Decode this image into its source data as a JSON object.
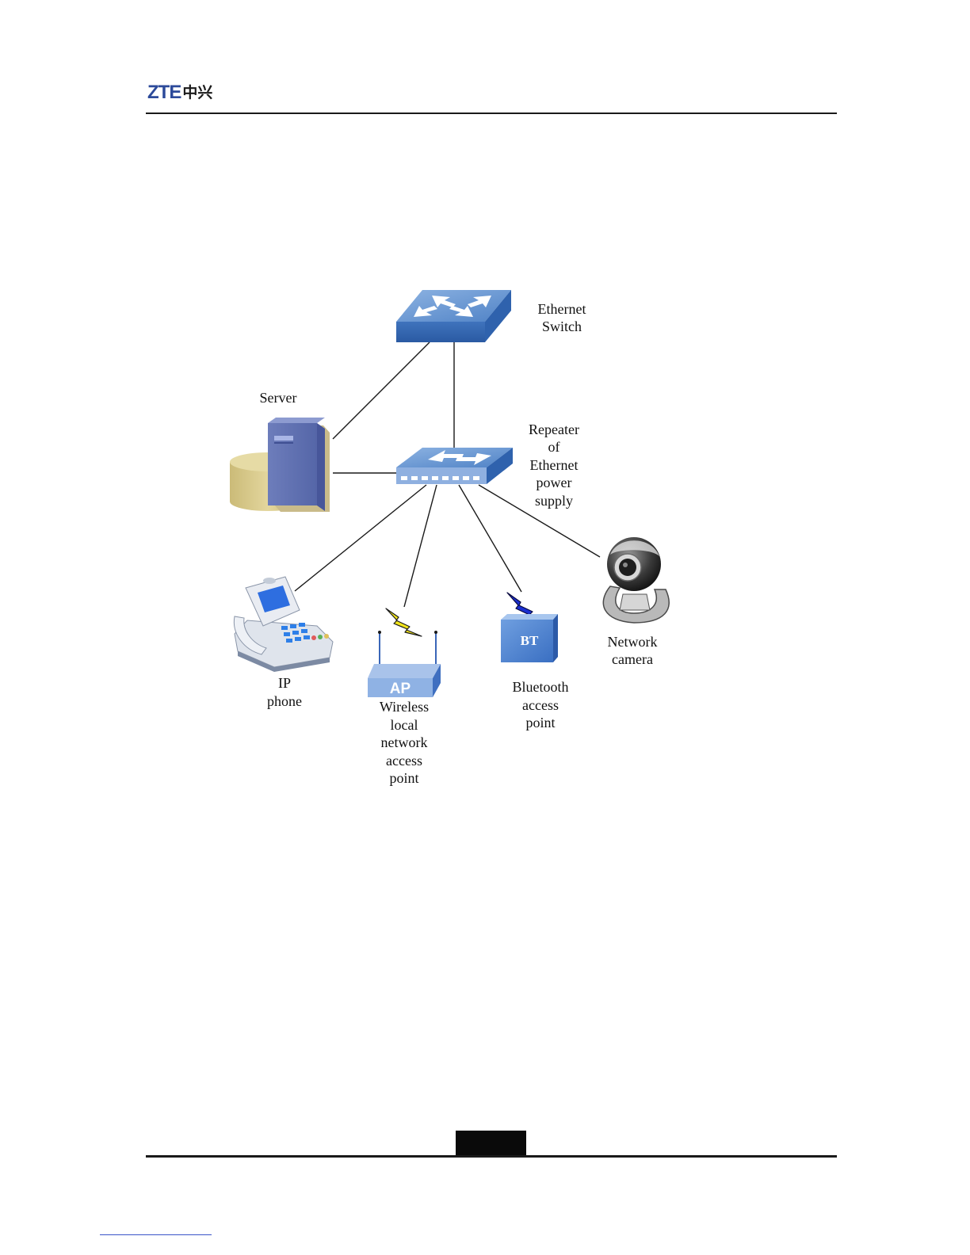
{
  "header": {
    "logo_latin": "ZTE",
    "logo_cjk": "中兴"
  },
  "diagram": {
    "nodes": {
      "ethernet_switch": {
        "label_lines": [
          "Ethernet",
          "Switch"
        ]
      },
      "server": {
        "label_lines": [
          "Server"
        ]
      },
      "poe_repeater": {
        "label_lines": [
          "Repeater",
          "of",
          "Ethernet",
          "power",
          "supply"
        ]
      },
      "ip_phone": {
        "label_lines": [
          "IP",
          "phone"
        ]
      },
      "wlan_ap": {
        "label_lines": [
          "Wireless",
          "local",
          "network",
          "access",
          "point"
        ],
        "badge": "AP"
      },
      "bluetooth_ap": {
        "label_lines": [
          "Bluetooth",
          "access",
          "point"
        ],
        "badge": "BT"
      },
      "network_camera": {
        "label_lines": [
          "Network",
          "camera"
        ]
      }
    },
    "edges": [
      [
        "ethernet_switch",
        "server"
      ],
      [
        "ethernet_switch",
        "poe_repeater"
      ],
      [
        "server",
        "poe_repeater"
      ],
      [
        "poe_repeater",
        "ip_phone"
      ],
      [
        "poe_repeater",
        "wlan_ap"
      ],
      [
        "poe_repeater",
        "bluetooth_ap"
      ],
      [
        "poe_repeater",
        "network_camera"
      ]
    ],
    "colors": {
      "device_blue": "#4a7fc4",
      "device_light": "#8fb4e0",
      "server_purple": "#6b7bb8",
      "disk_tan": "#d8c98a",
      "zap_yellow": "#f2e51a",
      "zap_blue": "#1a2fd0"
    }
  }
}
